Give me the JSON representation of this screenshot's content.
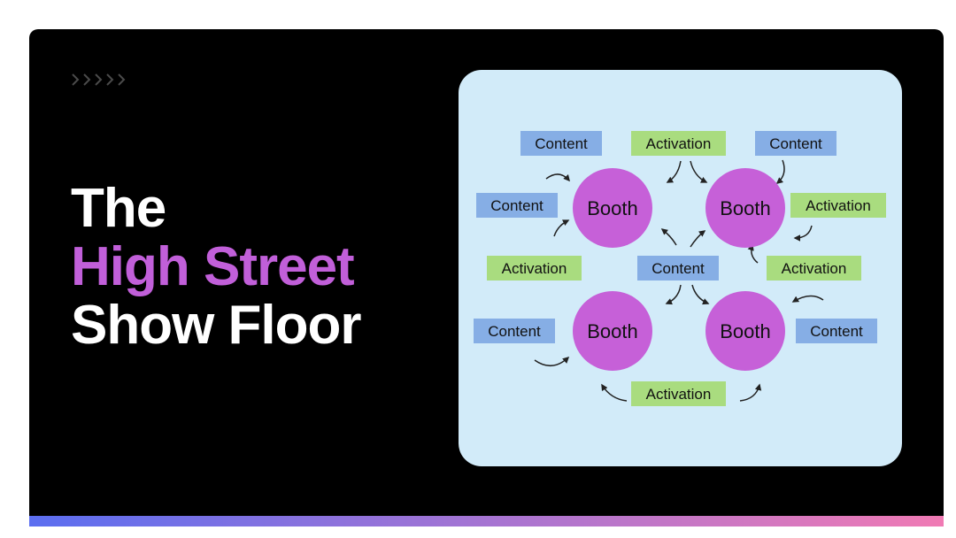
{
  "headline": {
    "line1": "The",
    "line2": "High Street",
    "line3": "Show Floor"
  },
  "colors": {
    "card_bg": "#000000",
    "headline_white": "#ffffff",
    "headline_accent": "#c15fd9",
    "diagram_bg": "#d2ebf9",
    "booth_fill": "#c660d8",
    "content_fill": "#86aee5",
    "activation_fill": "#a9dc7f",
    "arrow_color": "#222222",
    "chevron_color": "#4a4a4a",
    "gradient_start": "#5b6ef0",
    "gradient_end": "#f07ab4"
  },
  "icons": {
    "decor": "chevrons-right-icon"
  },
  "diagram": {
    "booths": [
      {
        "label": "Booth"
      },
      {
        "label": "Booth"
      },
      {
        "label": "Booth"
      },
      {
        "label": "Booth"
      }
    ],
    "content_labels": [
      {
        "label": "Content"
      },
      {
        "label": "Content"
      },
      {
        "label": "Content"
      },
      {
        "label": "Content"
      },
      {
        "label": "Content"
      },
      {
        "label": "Content"
      }
    ],
    "activation_labels": [
      {
        "label": "Activation"
      },
      {
        "label": "Activation"
      },
      {
        "label": "Activation"
      },
      {
        "label": "Activation"
      },
      {
        "label": "Activation"
      }
    ]
  }
}
